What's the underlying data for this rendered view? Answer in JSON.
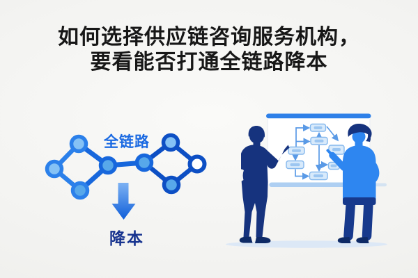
{
  "title": {
    "line1": "如何选择供应链咨询服务机构，",
    "line2": "要看能否打通全链路降本"
  },
  "chain": {
    "top_label": "全链路",
    "bottom_label": "降本",
    "node_count": 8,
    "hollow_node_position": "rightmost"
  },
  "whiteboard_scene": {
    "people_count": 2,
    "flowchart_box_count": 7
  },
  "colors": {
    "bg_outer": "#ededea",
    "bg_center": "#fafaf8",
    "title_text": "#171717",
    "label_blue": "#1b6ae2",
    "label_navy": "#17338f",
    "chain_ring_light": "#2b80ea",
    "chain_ring_mid": "#1767dc",
    "chain_ring_dark": "#0d4fc4",
    "chain_fill_light": "#85c2f5",
    "chain_fill_mid": "#57a8ea",
    "chain_hollow_fill": "#ffffff",
    "arrow_grad_top": "#7db2f3",
    "arrow_grad_bottom": "#0f5ed9",
    "board_rail_top": "#2e80e8",
    "board_rail_bottom": "#aecff2",
    "board_face": "#ffffff",
    "flow_line": "#5a9ae6",
    "flow_box_fill": "#d8eafb",
    "flow_box_border": "#85b8ed",
    "flow_box_pill": "#9cc6f1",
    "person_left": "#16337e",
    "person_right_shirt": "#2e86f0",
    "person_right_pants": "#17398c",
    "shoe_dark": "#0e2a66",
    "ground_shadow": "#dce8f6"
  }
}
